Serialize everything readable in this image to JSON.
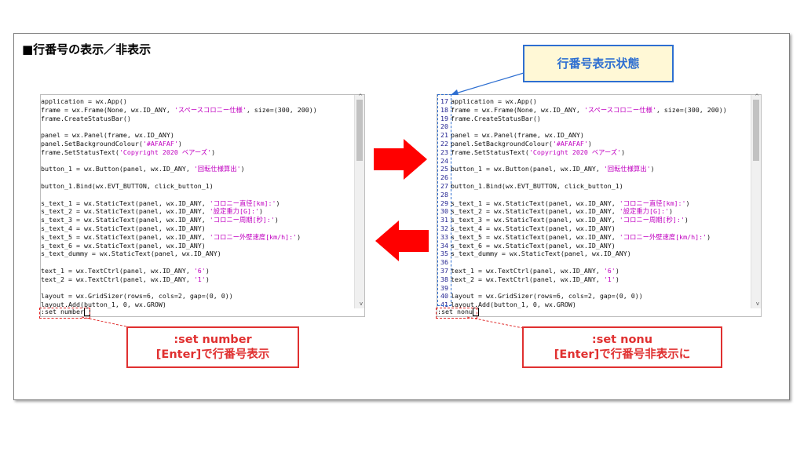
{
  "title": "■行番号の表示／非表示",
  "callouts": {
    "left_line1": ":set number",
    "left_line2": "[Enter]で行番号表示",
    "right_line1": ":set nonu",
    "right_line2": "[Enter]で行番号非表示に",
    "top_right": "行番号表示状態"
  },
  "left_editor": {
    "command": ":set number",
    "lines": [
      "application = wx.App()",
      "frame = wx.Frame(None, wx.ID_ANY, 'スペースコロニー仕様', size=(300, 200))",
      "frame.CreateStatusBar()",
      "",
      "panel = wx.Panel(frame, wx.ID_ANY)",
      "panel.SetBackgroundColour('#AFAFAF')",
      "frame.SetStatusText('Copyright 2020 ベアーズ')",
      "",
      "button_1 = wx.Button(panel, wx.ID_ANY, '回転仕様算出')",
      "",
      "button_1.Bind(wx.EVT_BUTTON, click_button_1)",
      "",
      "s_text_1 = wx.StaticText(panel, wx.ID_ANY, 'コロニー直径[km]:')",
      "s_text_2 = wx.StaticText(panel, wx.ID_ANY, '設定重力[G]:')",
      "s_text_3 = wx.StaticText(panel, wx.ID_ANY, 'コロニー周期[秒]:')",
      "s_text_4 = wx.StaticText(panel, wx.ID_ANY)",
      "s_text_5 = wx.StaticText(panel, wx.ID_ANY, 'コロニー外壁速度[km/h]:')",
      "s_text_6 = wx.StaticText(panel, wx.ID_ANY)",
      "s_text_dummy = wx.StaticText(panel, wx.ID_ANY)",
      "",
      "text_1 = wx.TextCtrl(panel, wx.ID_ANY, '6')",
      "text_2 = wx.TextCtrl(panel, wx.ID_ANY, '1')",
      "",
      "layout = wx.GridSizer(rows=6, cols=2, gap=(0, 0))",
      "layout.Add(button_1, 0, wx.GROW)"
    ]
  },
  "right_editor": {
    "command": ":set nonu",
    "line_numbers": [
      "17",
      "18",
      "19",
      "20",
      "21",
      "22",
      "23",
      "24",
      "25",
      "26",
      "27",
      "28",
      "29",
      "30",
      "31",
      "32",
      "33",
      "34",
      "35",
      "36",
      "37",
      "38",
      "39",
      "40",
      "41"
    ]
  },
  "colors": {
    "red": "#e03030",
    "blue": "#2e6fd1",
    "string": "#c000c0"
  }
}
